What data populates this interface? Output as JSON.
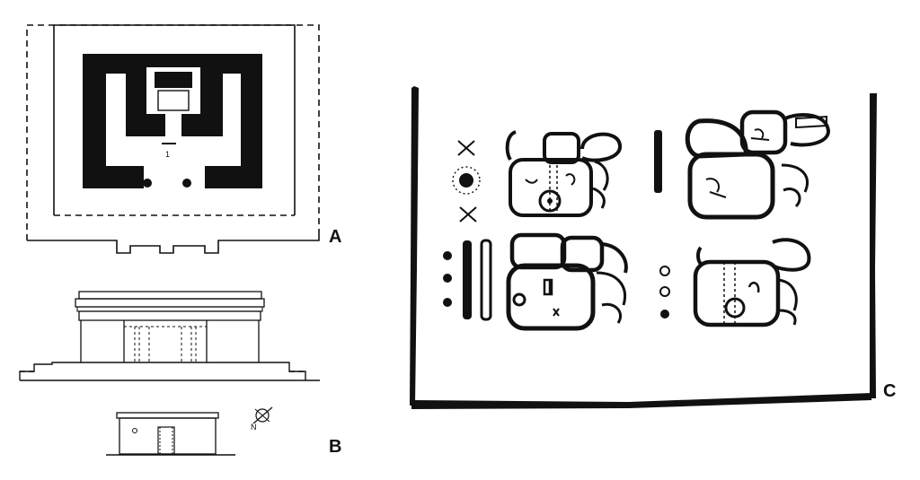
{
  "figure": {
    "panels": [
      {
        "id": "A",
        "label": "A",
        "content": "plan-view"
      },
      {
        "id": "B",
        "label": "B",
        "content": "elevations"
      },
      {
        "id": "C",
        "label": "C",
        "content": "glyph-inscription"
      }
    ],
    "plan_room_label": "1",
    "north_label": "N"
  },
  "colors": {
    "ink": "#111111",
    "paper": "#ffffff"
  }
}
